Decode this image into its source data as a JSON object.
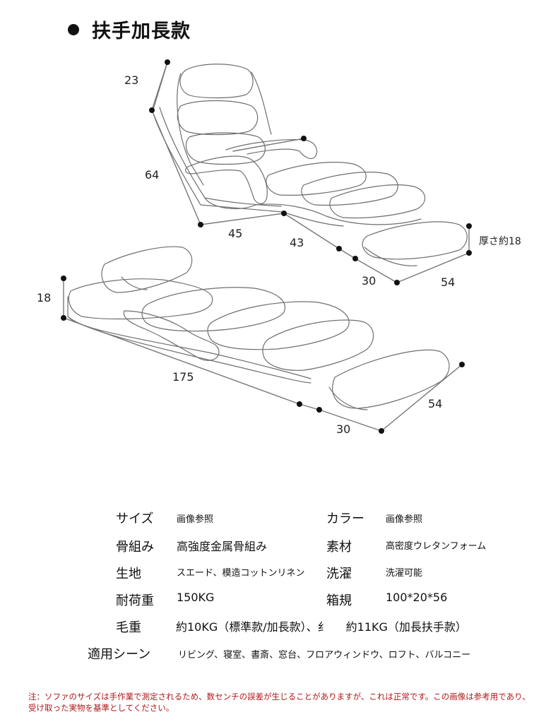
{
  "title": "扶手加長款",
  "dimensions_top": {
    "d23": "23",
    "d64": "64",
    "d45": "45",
    "d43": "43",
    "d30": "30",
    "d54": "54",
    "thickness": "厚さ約18"
  },
  "dimensions_bottom": {
    "d18": "18",
    "d175": "175",
    "d30": "30",
    "d54": "54"
  },
  "specs": {
    "size_label": "サイズ",
    "size_value": "画像参照",
    "color_label": "カラー",
    "color_value": "画像参照",
    "frame_label": "骨組み",
    "frame_value": "高強度金属骨組み",
    "material_label": "素材",
    "material_value": "高密度ウレタンフォーム",
    "fabric_label": "生地",
    "fabric_value": "スエード、模造コットンリネン",
    "wash_label": "洗濯",
    "wash_value": "洗濯可能",
    "load_label": "耐荷重",
    "load_value": "150KG",
    "box_label": "箱規",
    "box_value": "100*20*56",
    "weight_label": "毛重",
    "weight_value_1": "約10KG（標準款/加長款）、纟",
    "weight_value_2": "約11KG（加長扶手款）",
    "scene_label": "適用シーン",
    "scene_value": "リビング、寝室、書斎、窓台、フロアウィンドウ、ロフト、バルコニー"
  },
  "note": "注：ソファのサイズは手作業で測定されるため、数センチの誤差が生じることがありますが、これは正常です。この画像は参考用であり、受け取った実物を基準としてください。"
}
